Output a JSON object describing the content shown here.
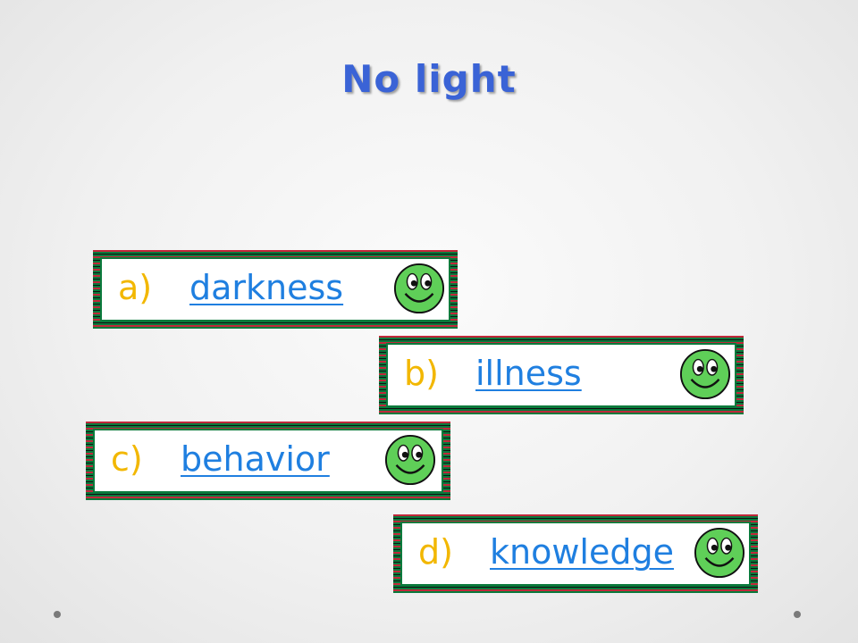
{
  "slide": {
    "title": "No light"
  },
  "options": [
    {
      "letter": "a)",
      "answer": "darkness",
      "icon": "smiley-face-icon"
    },
    {
      "letter": "b)",
      "answer": "illness",
      "icon": "smiley-face-icon"
    },
    {
      "letter": "c)",
      "answer": "behavior",
      "icon": "smiley-face-icon"
    },
    {
      "letter": "d)",
      "answer": "knowledge",
      "icon": "smiley-face-icon"
    }
  ],
  "colors": {
    "title": "#3a63d6",
    "letter": "#f2b700",
    "answer_link": "#1f7fe0",
    "border_green": "#0a7a3c",
    "border_red": "#c0283a",
    "smiley_green": "#5fcf58"
  }
}
